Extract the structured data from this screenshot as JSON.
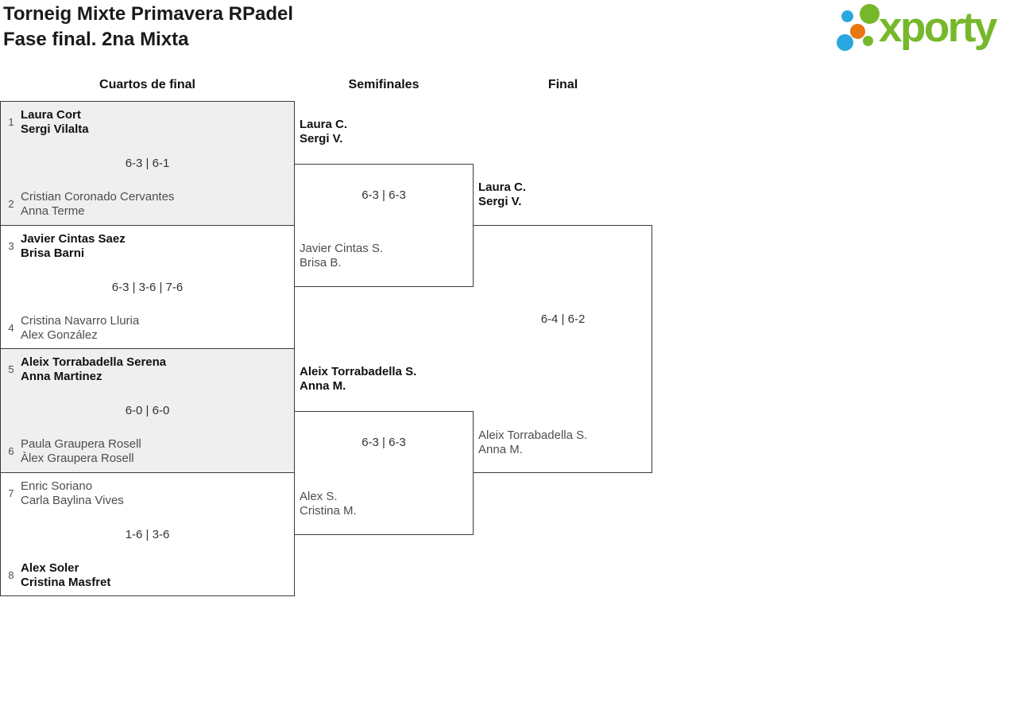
{
  "header": {
    "title_line1": "Torneig Mixte Primavera RPadel",
    "title_line2": "Fase final. 2na Mixta"
  },
  "logo": {
    "text": "xporty",
    "colors": {
      "green": "#76b82a",
      "blue": "#29a8e0",
      "orange": "#e87611"
    }
  },
  "rounds": {
    "quarterfinals_label": "Cuartos de final",
    "semifinals_label": "Semifinales",
    "final_label": "Final"
  },
  "quarterfinals": [
    {
      "seed_top": "1",
      "team_top_line1": "Laura Cort",
      "team_top_line2": "Sergi Vilalta",
      "top_winner": true,
      "score": "6-3 | 6-1",
      "seed_bottom": "2",
      "team_bottom_line1": "Cristian Coronado Cervantes",
      "team_bottom_line2": "Anna Terme",
      "bottom_winner": false
    },
    {
      "seed_top": "3",
      "team_top_line1": "Javier Cintas Saez",
      "team_top_line2": "Brisa Barni",
      "top_winner": true,
      "score": "6-3 | 3-6 | 7-6",
      "seed_bottom": "4",
      "team_bottom_line1": "Cristina Navarro Lluria",
      "team_bottom_line2": "Alex González",
      "bottom_winner": false
    },
    {
      "seed_top": "5",
      "team_top_line1": "Aleix Torrabadella Serena",
      "team_top_line2": "Anna Martinez",
      "top_winner": true,
      "score": "6-0 | 6-0",
      "seed_bottom": "6",
      "team_bottom_line1": "Paula Graupera Rosell",
      "team_bottom_line2": "Àlex Graupera Rosell",
      "bottom_winner": false
    },
    {
      "seed_top": "7",
      "team_top_line1": "Enric Soriano",
      "team_top_line2": "Carla Baylina Vives",
      "top_winner": false,
      "score": "1-6 | 3-6",
      "seed_bottom": "8",
      "team_bottom_line1": "Alex Soler",
      "team_bottom_line2": "Cristina Masfret",
      "bottom_winner": true
    }
  ],
  "semifinals": [
    {
      "team_top_line1": "Laura C.",
      "team_top_line2": "Sergi V.",
      "top_winner": true,
      "score": "6-3 | 6-3",
      "team_bottom_line1": "Javier Cintas S.",
      "team_bottom_line2": "Brisa B.",
      "bottom_winner": false
    },
    {
      "team_top_line1": "Aleix Torrabadella S.",
      "team_top_line2": "Anna M.",
      "top_winner": true,
      "score": "6-3 | 6-3",
      "team_bottom_line1": "Alex S.",
      "team_bottom_line2": "Cristina M.",
      "bottom_winner": false
    }
  ],
  "final": {
    "team_top_line1": "Laura C.",
    "team_top_line2": "Sergi V.",
    "top_winner": true,
    "score": "6-4 | 6-2",
    "team_bottom_line1": "Aleix Torrabadella S.",
    "team_bottom_line2": "Anna M.",
    "bottom_winner": false
  }
}
